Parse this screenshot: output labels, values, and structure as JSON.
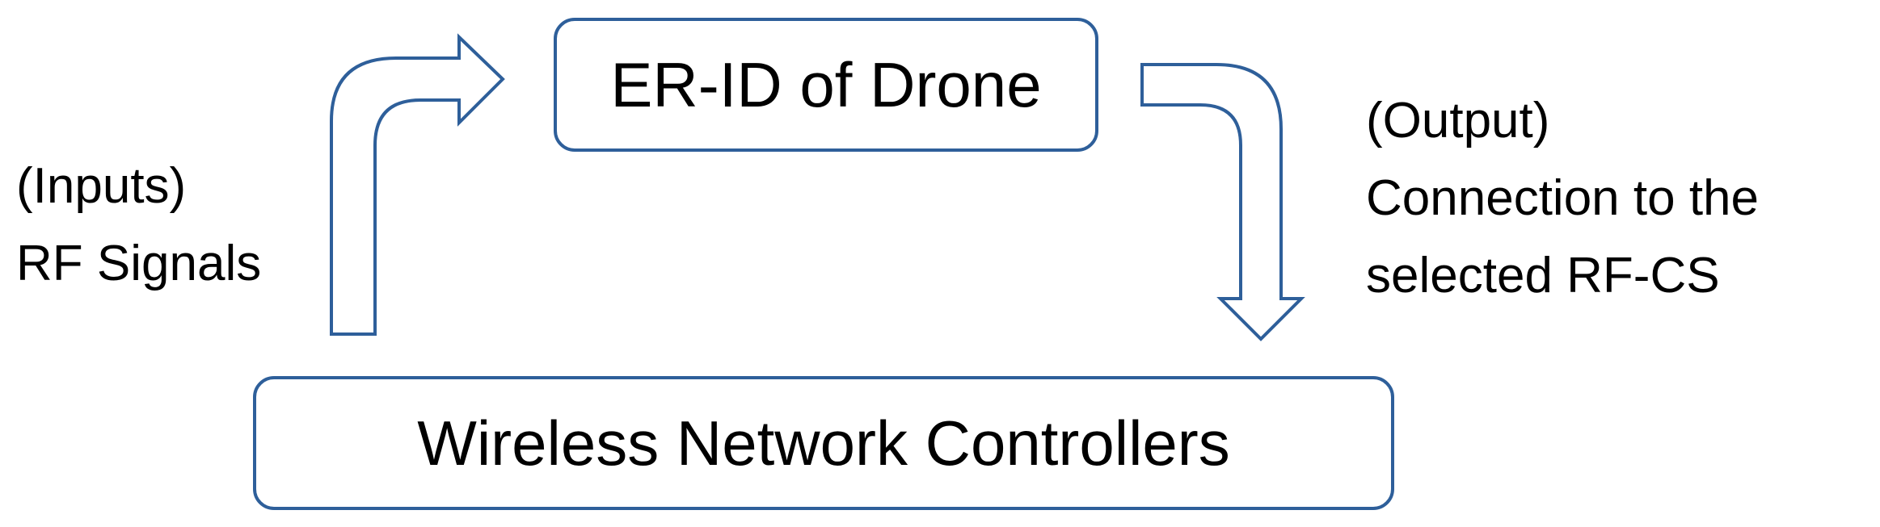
{
  "diagram": {
    "nodes": {
      "er_id": {
        "label": "ER-ID of Drone"
      },
      "controllers": {
        "label": "Wireless Network Controllers"
      }
    },
    "inputs": {
      "line1": "(Inputs)",
      "line2": "RF Signals"
    },
    "output": {
      "line1": "(Output)",
      "line2": "Connection to the",
      "line3": "selected RF-CS"
    },
    "colors": {
      "outline": "#2e5f9a",
      "text": "#000000",
      "background": "#ffffff"
    },
    "edges": [
      {
        "from": "controllers",
        "to": "er_id",
        "style": "hollow-bent-arrow"
      },
      {
        "from": "er_id",
        "to": "controllers",
        "style": "hollow-bent-arrow"
      }
    ]
  }
}
